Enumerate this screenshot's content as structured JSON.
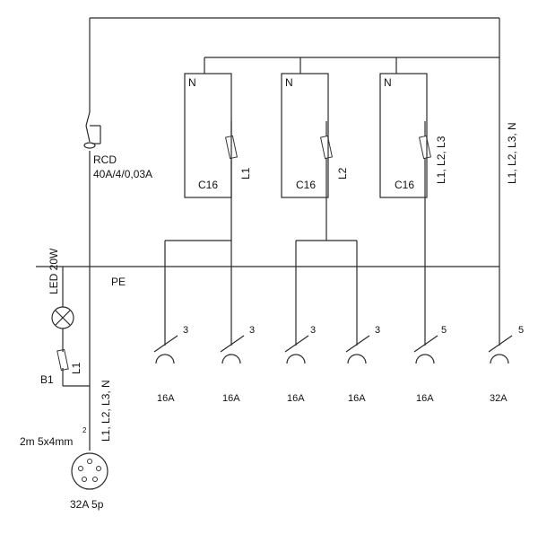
{
  "labels": {
    "rcd": "RCD",
    "rcd_rating": "40A/4/0,03A",
    "pe": "PE",
    "led": "LED 20W",
    "b1": "B1",
    "l1_input": "L1",
    "input_phases": "L1, L2, L3, N",
    "cable": "2m 5x4mm",
    "cable_sup": "2",
    "plug": "32A 5p",
    "main_phases": "L1, L2, L3, N"
  },
  "breakers": [
    {
      "neutral": "N",
      "rating": "C16",
      "phase": "L1"
    },
    {
      "neutral": "N",
      "rating": "C16",
      "phase": "L2"
    },
    {
      "neutral": "N",
      "rating": "C16",
      "phase": "L1, L2, L3"
    }
  ],
  "outlets": [
    {
      "poles": "3",
      "rating": "16A"
    },
    {
      "poles": "3",
      "rating": "16A"
    },
    {
      "poles": "3",
      "rating": "16A"
    },
    {
      "poles": "3",
      "rating": "16A"
    },
    {
      "poles": "5",
      "rating": "16A"
    },
    {
      "poles": "5",
      "rating": "32A"
    }
  ]
}
